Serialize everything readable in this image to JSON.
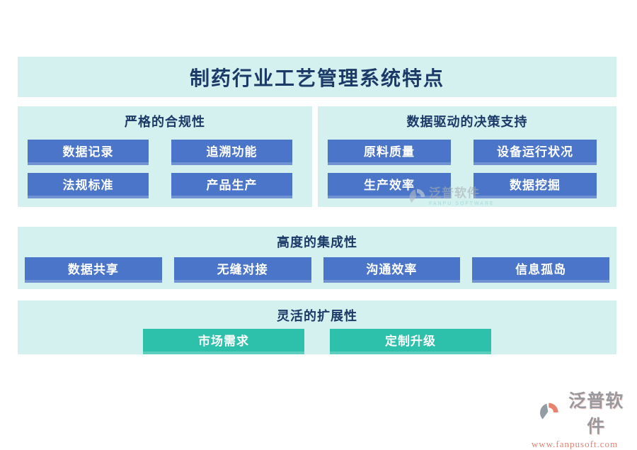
{
  "title": "制药行业工艺管理系统特点",
  "panels": [
    {
      "title": "严格的合规性",
      "buttons": [
        "数据记录",
        "追溯功能",
        "法规标准",
        "产品生产"
      ]
    },
    {
      "title": "数据驱动的决策支持",
      "buttons": [
        "原料质量",
        "设备运行状况",
        "生产效率",
        "数据挖掘"
      ]
    },
    {
      "title": "高度的集成性",
      "buttons": [
        "数据共享",
        "无缝对接",
        "沟通效率",
        "信息孤岛"
      ]
    },
    {
      "title": "灵活的扩展性",
      "buttons": [
        "市场需求",
        "定制升级"
      ]
    }
  ],
  "watermark": {
    "brand": "泛普软件",
    "subtext": "FANPU SOFTWARE"
  },
  "footer": {
    "brand": "泛普软件",
    "url": "www.fanpusoft.com"
  },
  "colors": {
    "panel_bg": "#d5f1ef",
    "button_blue": "#4a75c8",
    "button_teal": "#2dc0ab",
    "heading_text": "#1b3a68",
    "button_text": "#ffffff",
    "brand_grey": "#97999e",
    "brand_salmon": "#e4826e"
  }
}
